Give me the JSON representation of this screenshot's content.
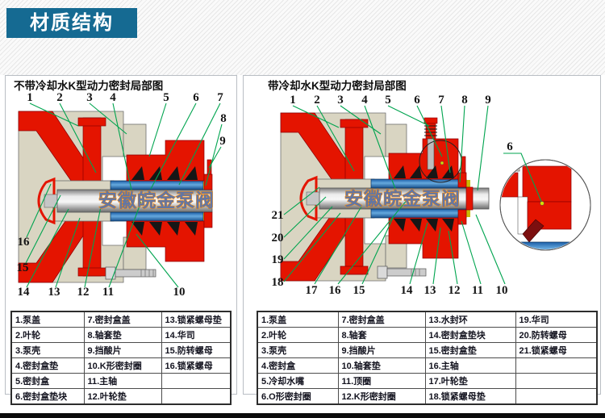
{
  "banner": {
    "title": "材质结构"
  },
  "watermark": "安徽皖金泵阀",
  "panels": [
    {
      "title": "不带冷却水K型动力密封局部图",
      "callouts": [
        "1",
        "2",
        "3",
        "4",
        "5",
        "6",
        "7",
        "8",
        "9",
        "10",
        "11",
        "12",
        "13",
        "14",
        "15",
        "16"
      ],
      "legend_rows": [
        [
          "1.泵盖",
          "7.密封盒盖",
          "13.锁紧螺母垫"
        ],
        [
          "2.叶轮",
          "8.轴套垫",
          "14.华司"
        ],
        [
          "3.泵壳",
          "9.挡酸片",
          "15.防转螺母"
        ],
        [
          "4.密封盒垫",
          "10.K形密封圈",
          "16.锁紧螺母"
        ],
        [
          "5.密封盒",
          "11.主轴",
          ""
        ],
        [
          "6.密封盒垫块",
          "12.叶轮垫",
          ""
        ]
      ]
    },
    {
      "title": "带冷却水K型动力密封局部图",
      "callouts": [
        "1",
        "2",
        "3",
        "4",
        "5",
        "6",
        "7",
        "8",
        "9",
        "10",
        "11",
        "12",
        "13",
        "14",
        "15",
        "16",
        "17",
        "18",
        "19",
        "20",
        "21"
      ],
      "detail_callout": "6",
      "legend_rows": [
        [
          "1.泵盖",
          "7.密封盒盖",
          "13.水封环",
          "19.华司"
        ],
        [
          "2.叶轮",
          "8.轴套",
          "14.密封盒垫块",
          "20.防转螺母"
        ],
        [
          "3.泵壳",
          "9.挡酸片",
          "15.密封盒垫",
          "21.锁紧螺母"
        ],
        [
          "4.密封盒",
          "10.轴套垫",
          "16.主轴",
          ""
        ],
        [
          "5.冷却水嘴",
          "11.顶圈",
          "17.叶轮垫",
          ""
        ],
        [
          "6.O形密封圈",
          "12.K形密封圈",
          "18.锁紧螺母垫",
          ""
        ]
      ]
    }
  ]
}
